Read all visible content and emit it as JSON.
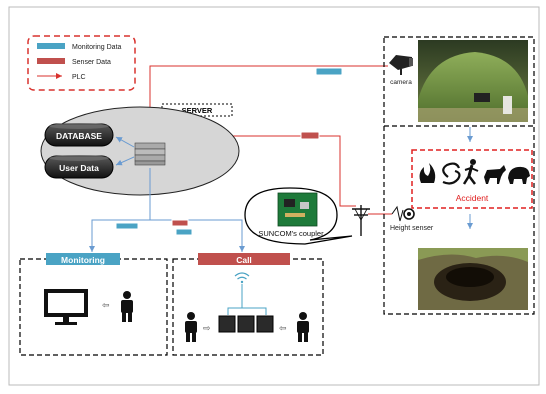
{
  "legend": {
    "monitoring": "Monitoring Data",
    "senser": "Senser Data",
    "plc": "PLC"
  },
  "server": {
    "title": "SERVER",
    "database": "DATABASE",
    "user_data": "User Data"
  },
  "site": {
    "camera": "camera",
    "accident": "Accident",
    "height_senser": "Height senser"
  },
  "coupler": {
    "label": "SUNCOM's coupler"
  },
  "panels": {
    "monitoring": "Monitoring",
    "call": "Call"
  },
  "colors": {
    "monitoring_data": "#4aa3c4",
    "senser_data": "#c0504d",
    "plc_line": "#d9322e",
    "monitor_line": "#6a9bd1",
    "accident_red": "#e02020"
  }
}
